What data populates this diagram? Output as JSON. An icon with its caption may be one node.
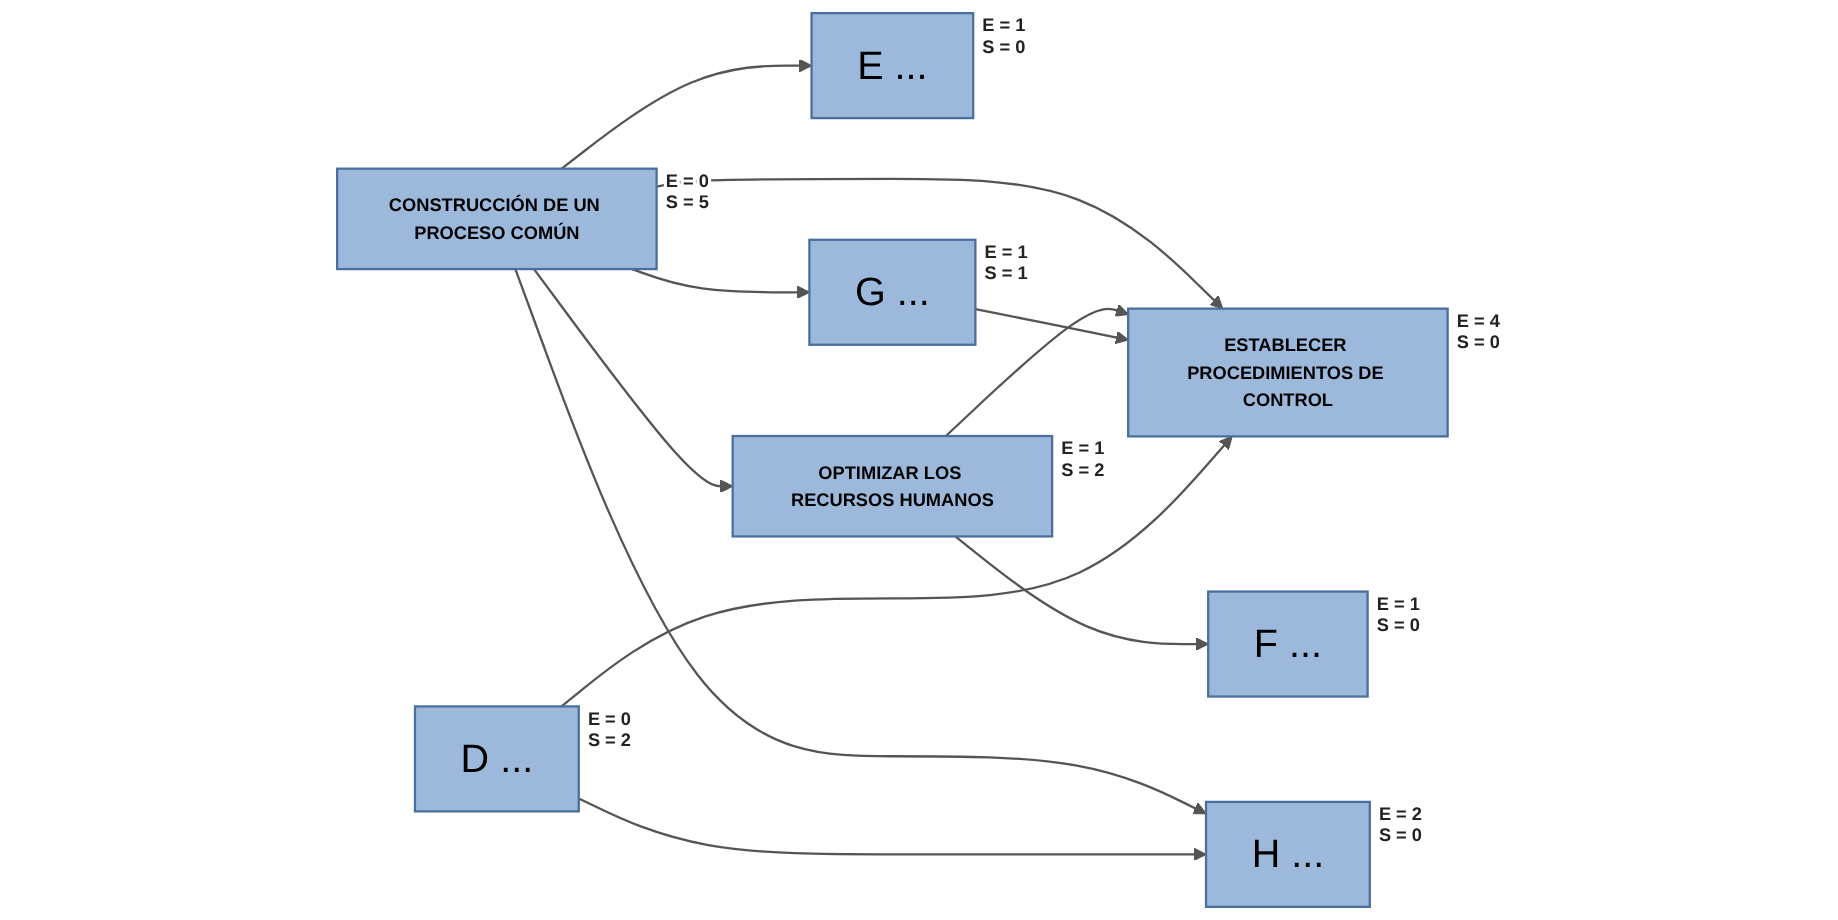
{
  "diagram": {
    "nodes": [
      {
        "text": [
          "CONSTRUCCIÓN DE UN PROCESO COMÚN"
        ],
        "beside": [
          "E = 0",
          "S = 5"
        ]
      },
      {
        "text": [
          "OPTIMIZAR LOS RECURSOS HUMANOS"
        ],
        "beside": [
          "E = 1",
          "S = 2"
        ]
      },
      {
        "text": [
          "H ..."
        ],
        "beside": [
          "E = 2",
          "S = 0"
        ]
      },
      {
        "text": [
          "G ..."
        ],
        "beside": [
          "E = 1",
          "S = 1"
        ]
      },
      {
        "text": [
          "ESTABLECER PROCEDIMIENTOS DE CONTROL"
        ],
        "beside": [
          "E = 4",
          "S = 0"
        ]
      },
      {
        "text": [
          "F ..."
        ],
        "beside": [
          "E = 1",
          "S = 0"
        ]
      },
      {
        "text": [
          "E ..."
        ],
        "beside": [
          "E = 1",
          "S = 0"
        ]
      },
      {
        "text": [
          "D ..."
        ],
        "beside": [
          "E = 0",
          "S = 2"
        ]
      }
    ],
    "edges": [
      {
        "from": 0,
        "to": 1,
        "arrow": "to"
      },
      {
        "from": 0,
        "to": 2,
        "arrow": "to"
      },
      {
        "from": 0,
        "to": 3,
        "arrow": "to"
      },
      {
        "from": 0,
        "to": 6,
        "arrow": "to"
      },
      {
        "from": 0,
        "to": 4,
        "arrow": "to"
      },
      {
        "from": 1,
        "to": 4,
        "arrow": "to"
      },
      {
        "from": 1,
        "to": 5,
        "arrow": "to"
      },
      {
        "from": 3,
        "to": 4,
        "arrow": "to"
      },
      {
        "from": 7,
        "to": 4,
        "arrow": "to"
      },
      {
        "from": 7,
        "to": 2,
        "arrow": "to"
      }
    ]
  }
}
